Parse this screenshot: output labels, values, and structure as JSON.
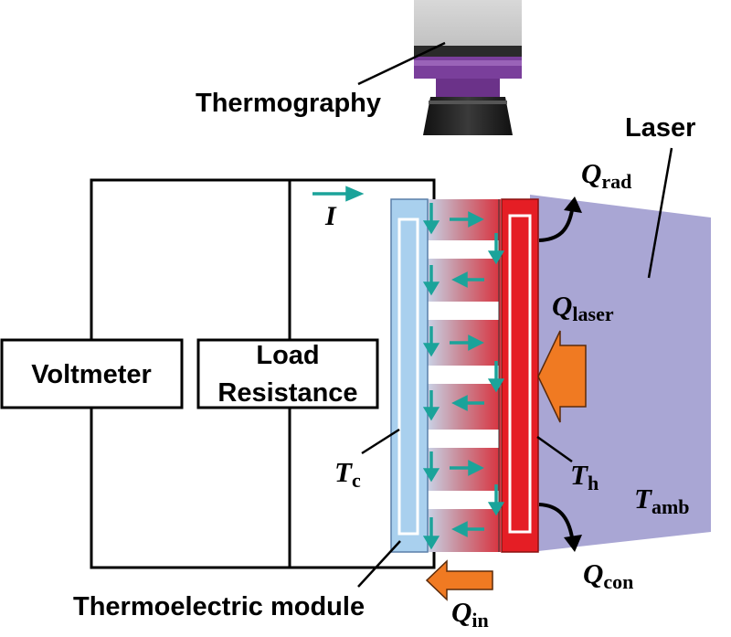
{
  "labels": {
    "thermography": "Thermography",
    "laser": "Laser",
    "voltmeter": "Voltmeter",
    "load_line1": "Load",
    "load_line2": "Resistance",
    "module": "Thermoelectric module"
  },
  "symbols": {
    "current": "I",
    "q": "Q",
    "t": "T",
    "rad": "rad",
    "laser": "laser",
    "con": "con",
    "in": "in",
    "c": "c",
    "h": "h",
    "amb": "amb"
  },
  "colors": {
    "laser_beam": "#a9a6d4",
    "cold_plate": "#a9d0ee",
    "hot_plate": "#e51e25",
    "arrow_teal": "#1ba39a",
    "arrow_orange": "#f07a22",
    "camera_purple": "#7a3f9b"
  }
}
